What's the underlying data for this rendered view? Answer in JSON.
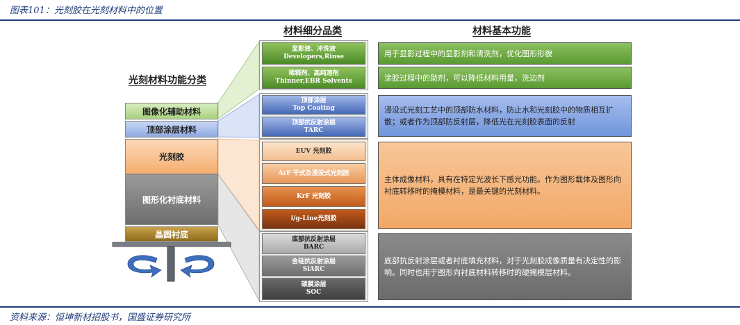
{
  "caption": "图表101：光刻胶在光刻材料中的位置",
  "source": "资料来源：恒坤新材招股书，国盛证券研究所",
  "headers": {
    "left": "光刻材料功能分类",
    "mid": "材料细分品类",
    "right": "材料基本功能"
  },
  "stack": [
    {
      "label": "图像化辅助材料"
    },
    {
      "label": "顶部涂层材料"
    },
    {
      "label": "光刻胶"
    },
    {
      "label": "图形化衬底材料"
    },
    {
      "label": "晶圆衬底"
    }
  ],
  "subs": [
    {
      "line1": "显影液、冲洗液",
      "line2": "Developers,Rinse"
    },
    {
      "line1": "稀释剂、高纯溶剂",
      "line2": "Thinner,EBR Solvents"
    },
    {
      "line1": "顶部涂层",
      "line2": "Top Coating"
    },
    {
      "line1": "顶部抗反射涂层",
      "line2": "TARC"
    },
    {
      "line1": "EUV 光刻胶",
      "line2": ""
    },
    {
      "line1": "ArF 干式及浸没式光刻胶",
      "line2": ""
    },
    {
      "line1": "KrF 光刻胶",
      "line2": ""
    },
    {
      "line1": "i/g-Line光刻胶",
      "line2": ""
    },
    {
      "line1": "底部抗反射涂层",
      "line2": "BARC"
    },
    {
      "line1": "含硅抗反射涂层",
      "line2": "SiARC"
    },
    {
      "line1": "碳膜涂层",
      "line2": "SOC"
    }
  ],
  "functions": [
    {
      "text": "用于显影过程中的显影剂和清洗剂，优化图形形貌"
    },
    {
      "text": "涂胶过程中的助剂，可以降低材料用量，洗边剂"
    },
    {
      "text": "浸没式光刻工艺中的顶部防水材料，防止水和光刻胶中的物质相互扩散；或者作为顶部防反射层，降低光在光刻胶表面的反射"
    },
    {
      "text": "主体成像材料，具有在特定光波长下感光功能。作为图形载体及图形向衬底转移时的掩模材料，是最关键的光刻材料。"
    },
    {
      "text": "底部抗反射涂层或者衬底填充材料，对于光刻胶成像质量有决定性的影响。同时也用于图形向衬底材料转移时的硬掩模层材料。"
    }
  ],
  "colors": {
    "green": "#5a9a32",
    "blue": "#5b7fd0",
    "orange": "#f5b47a",
    "gray": "#7a7a7a",
    "brown": "#a5852c",
    "rule": "#1f3d7a"
  }
}
